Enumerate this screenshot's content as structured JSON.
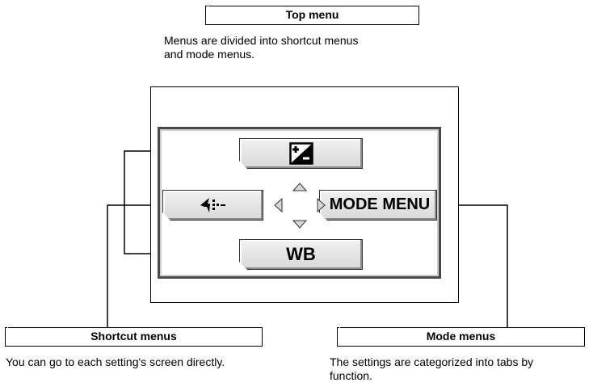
{
  "top_menu": {
    "label": "Top menu",
    "description": "Menus are divided into shortcut menus\nand mode menus."
  },
  "screen": {
    "buttons": {
      "top_icon": "exposure-compensation-icon",
      "left_icon": "flash-mode-icon",
      "right_label": "MODE MENU",
      "bottom_label": "WB"
    },
    "arrows": [
      "up-arrow-icon",
      "down-arrow-icon",
      "left-arrow-icon",
      "right-arrow-icon"
    ]
  },
  "shortcut_menus": {
    "label": "Shortcut menus",
    "description": "You can go to each setting's screen directly."
  },
  "mode_menus": {
    "label": "Mode menus",
    "description": "The settings are categorized into tabs by\nfunction."
  }
}
